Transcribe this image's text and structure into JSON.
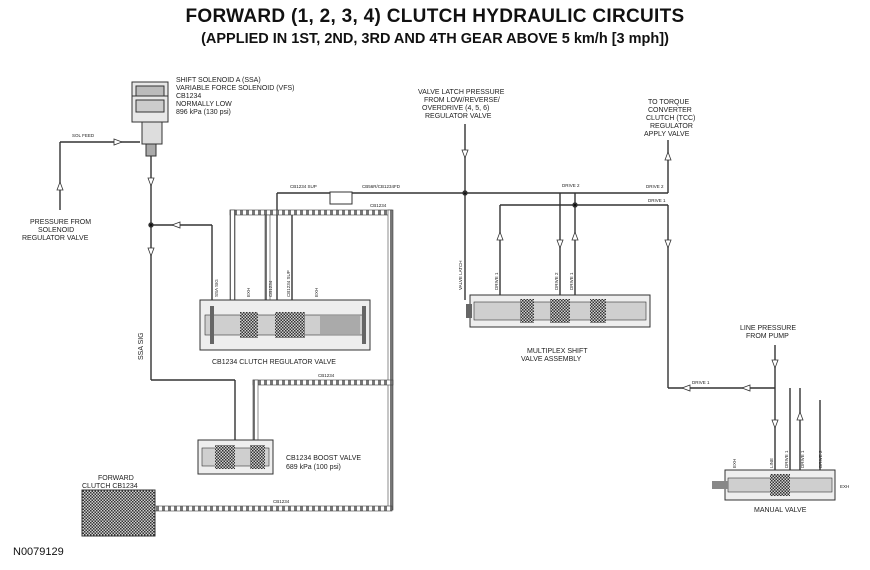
{
  "title": "FORWARD (1, 2, 3, 4) CLUTCH HYDRAULIC CIRCUITS",
  "subtitle": "(APPLIED IN 1ST, 2ND, 3RD AND 4TH GEAR ABOVE 5 km/h [3 mph])",
  "figure_code": "N0079129",
  "labels": {
    "solenoid": [
      "SHIFT SOLENOID A (SSA)",
      "VARIABLE FORCE SOLENOID (VFS)",
      "CB1234",
      "NORMALLY LOW",
      "896 kPa (130 psi)"
    ],
    "sol_feed": "SOL FEED",
    "pressure_from": [
      "PRESSURE FROM",
      "SOLENOID",
      "REGULATOR VALVE"
    ],
    "valve_latch": [
      "VALVE LATCH PRESSURE",
      "FROM LOW/REVERSE/",
      "OVERDRIVE (4, 5, 6)",
      "REGULATOR VALVE"
    ],
    "torque_conv": [
      "TO TORQUE",
      "CONVERTER",
      "CLUTCH (TCC)",
      "REGULATOR",
      "APPLY VALVE"
    ],
    "cb1234_sup": "CB1234 SUP",
    "cb56": "CB56R/CB1234FD",
    "drive2_a": "DRIVE 2",
    "drive2_b": "DRIVE 2",
    "drive1_a": "DRIVE 1",
    "drive1_b": "DRIVE 1",
    "cb1234_top": "CB1234",
    "cb1234_mid": "CB1234",
    "cb1234_bot": "CB1234",
    "ssa_sig": "SSA SIG",
    "regulator_valve": "CB1234 CLUTCH REGULATOR VALVE",
    "multiplex": [
      "MULTIPLEX SHIFT",
      "VALVE ASSEMBLY"
    ],
    "line_pressure": [
      "LINE PRESSURE",
      "FROM PUMP"
    ],
    "boost_valve": [
      "CB1234 BOOST VALVE",
      "689 kPa (100 psi)"
    ],
    "forward_clutch": [
      "FORWARD",
      "CLUTCH CB1234"
    ],
    "manual_valve": "MANUAL VALVE",
    "exh": "EXH",
    "valve_latch_small": "VALVE LATCH",
    "drive1_small": "DRIVE 1",
    "drive2_small": "DRIVE 2",
    "line_small": "LINE",
    "ssa_sig_small": "SSA SIG",
    "cb1234_small": "CB1234",
    "cb1234_sup_small": "CB1234 SUP"
  }
}
